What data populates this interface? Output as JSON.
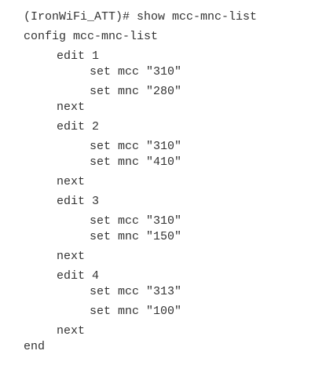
{
  "terminal": {
    "lines": [
      "(IronWiFi_ATT)# show mcc-mnc-list",
      "config mcc-mnc-list",
      "edit 1",
      "set mcc \"310\"",
      "set mnc \"280\"",
      "next",
      "edit 2",
      "set mcc \"310\"",
      "set mnc \"410\"",
      "next",
      "edit 3",
      "set mcc \"310\"",
      "set mnc \"150\"",
      "next",
      "edit 4",
      "set mcc \"313\"",
      "set mnc \"100\"",
      "next",
      "end"
    ]
  }
}
